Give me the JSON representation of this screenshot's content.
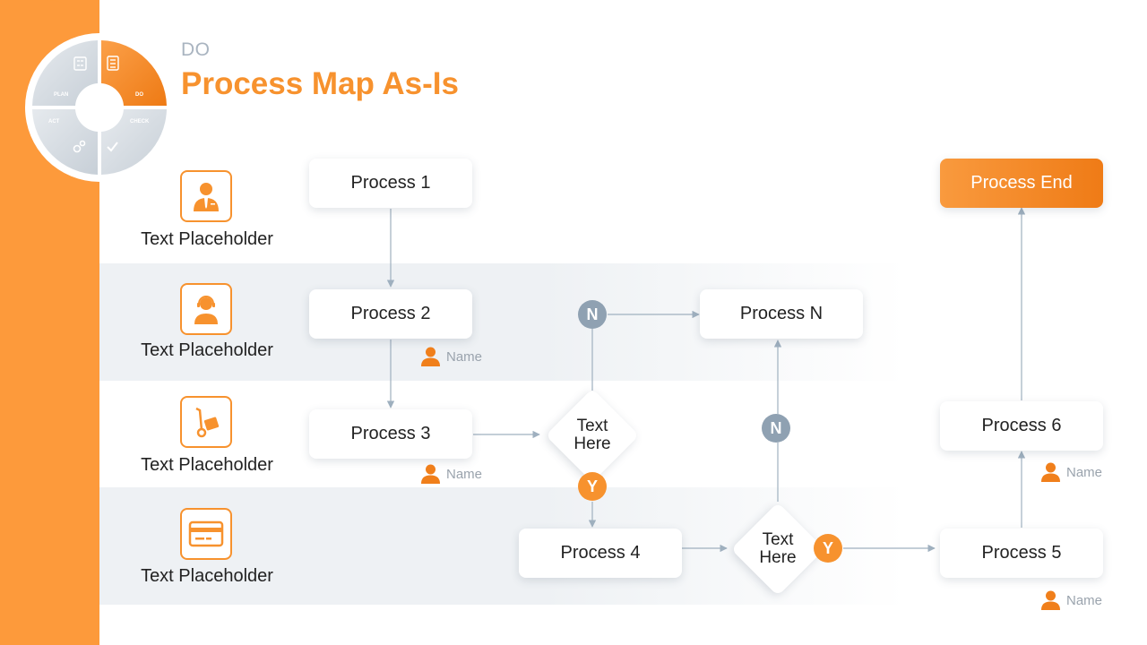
{
  "header": {
    "section": "DO",
    "title": "Process Map As-Is"
  },
  "cycle": {
    "segments": [
      "PLAN",
      "DO",
      "CHECK",
      "ACT"
    ],
    "active": "DO"
  },
  "lanes": [
    {
      "label": "Text Placeholder",
      "icon": "businessman-icon"
    },
    {
      "label": "Text Placeholder",
      "icon": "support-agent-icon"
    },
    {
      "label": "Text Placeholder",
      "icon": "hand-truck-icon"
    },
    {
      "label": "Text Placeholder",
      "icon": "credit-card-icon"
    }
  ],
  "processes": {
    "p1": "Process 1",
    "p2": "Process 2",
    "p3": "Process 3",
    "p4": "Process 4",
    "p5": "Process 5",
    "p6": "Process 6",
    "pn": "Process N",
    "end": "Process End"
  },
  "decisions": {
    "d1_line1": "Text",
    "d1_line2": "Here",
    "d2_line1": "Text",
    "d2_line2": "Here"
  },
  "badges": {
    "no": "N",
    "yes": "Y"
  },
  "owners": {
    "p2": "Name",
    "p3": "Name",
    "p6": "Name",
    "p5": "Name"
  },
  "colors": {
    "accent": "#f7922e",
    "accent_dark": "#ef7b16",
    "connector": "#9fb0bf",
    "badge_no": "#8fa1b2",
    "band": "#eef1f4"
  }
}
